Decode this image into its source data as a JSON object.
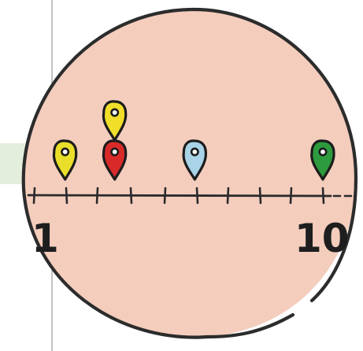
{
  "scale": {
    "start_label": "1",
    "end_label": "10",
    "min": 1,
    "max": 10
  },
  "markers": [
    {
      "name": "yellow-marker-left",
      "value": 2,
      "color": "#e9de2a",
      "stack": 0
    },
    {
      "name": "red-marker",
      "value": 3.5,
      "color": "#d92a2a",
      "stack": 0
    },
    {
      "name": "yellow-marker-top",
      "value": 3.5,
      "color": "#f0de2a",
      "stack": 1
    },
    {
      "name": "blue-marker",
      "value": 6,
      "color": "#a9d3e6",
      "stack": 0
    },
    {
      "name": "green-marker",
      "value": 10,
      "color": "#2e9a3e",
      "stack": 0
    }
  ],
  "colors": {
    "circle_fill": "#f4cdbd",
    "outline": "#2c2c2c",
    "left_rule": "#9b9b9b",
    "left_band": "#e3eedd"
  }
}
